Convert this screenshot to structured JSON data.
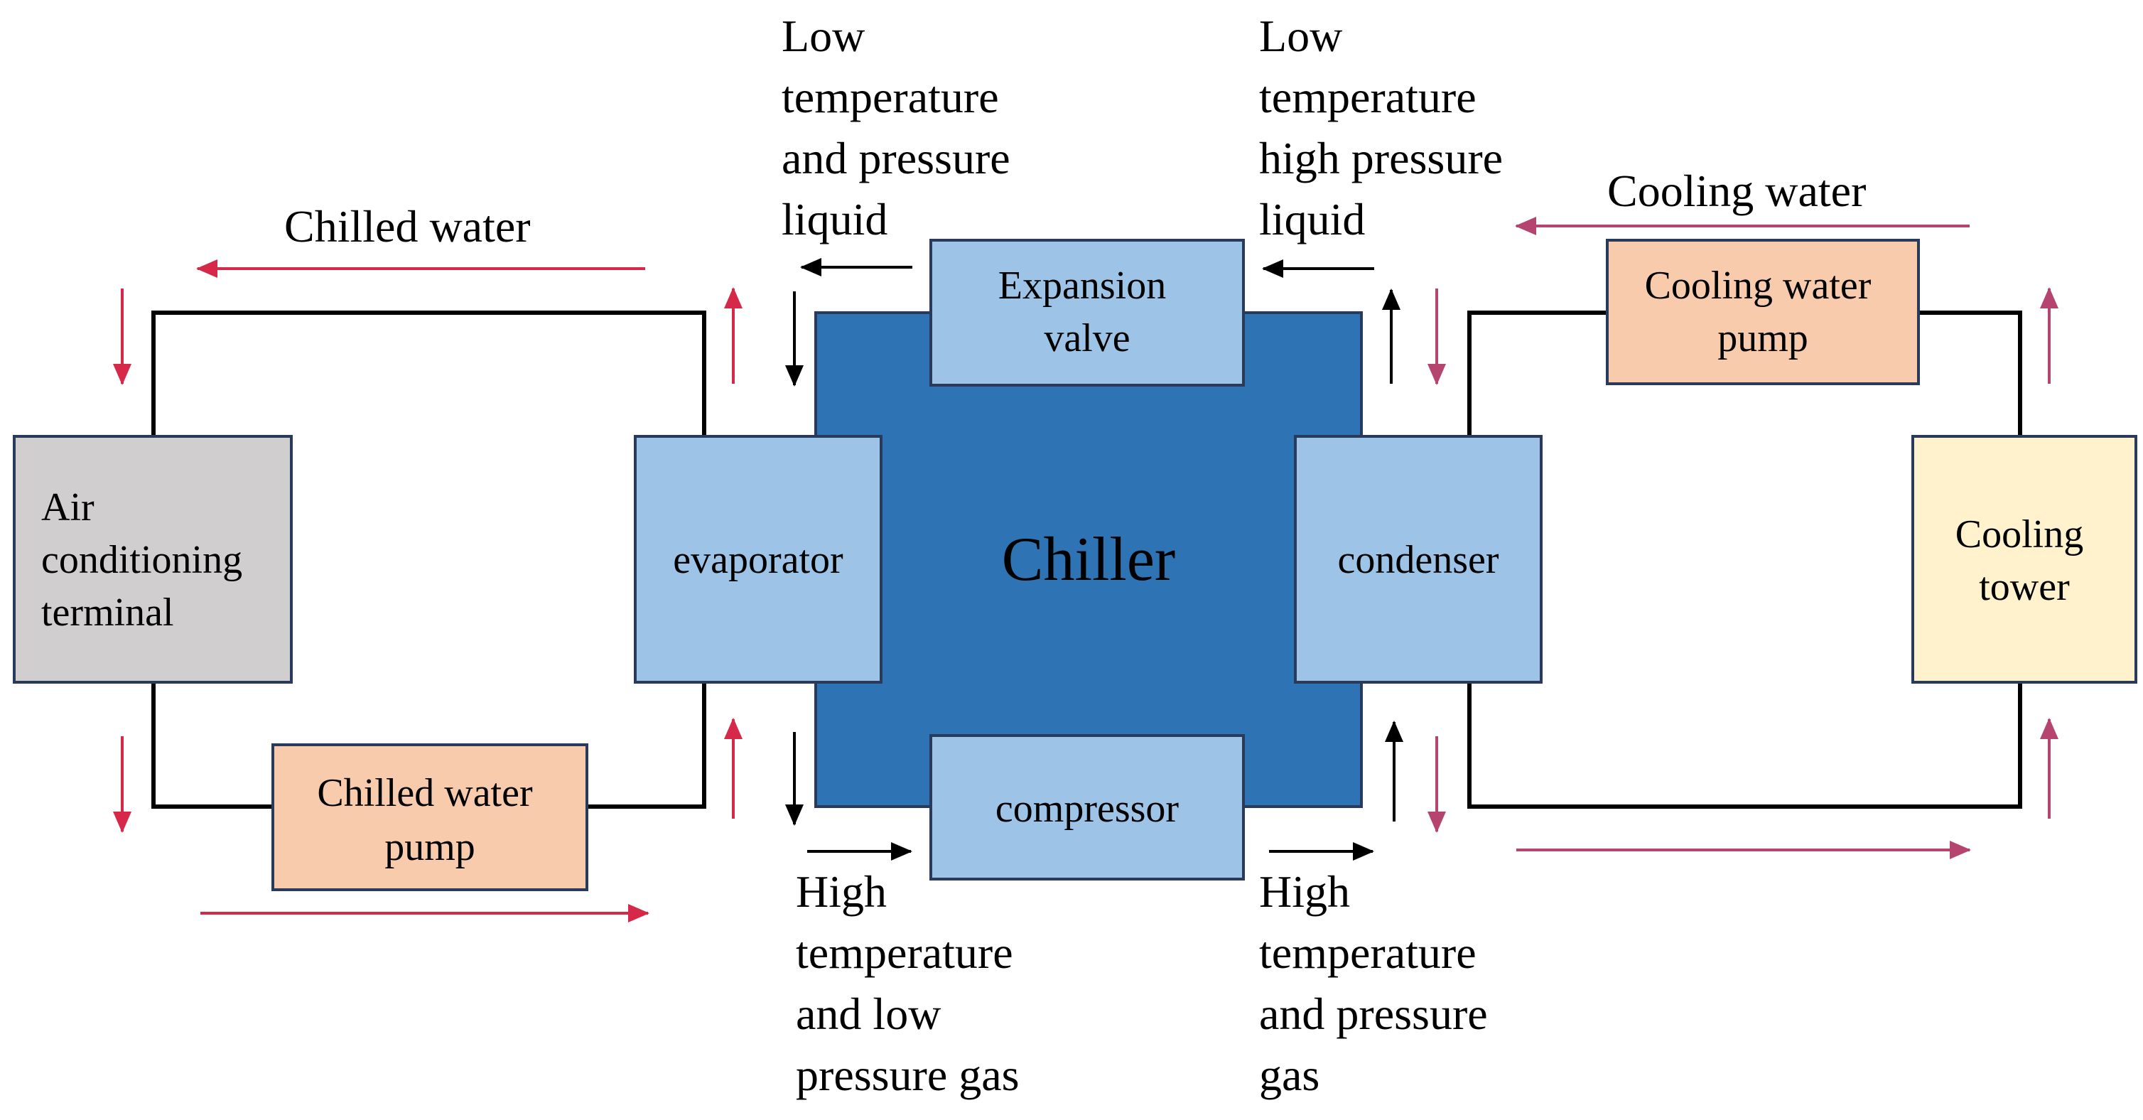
{
  "colors": {
    "chiller": "#2e74b5",
    "component": "#9dc3e6",
    "pump": "#f8cbad",
    "terminal": "#d0cece",
    "tower": "#fff2cc",
    "pipe": "#000000",
    "chilled_arrow": "#d6294a",
    "cooling_arrow": "#b5446e",
    "refrigerant_arrow": "#000000"
  },
  "chiller": {
    "label": "Chiller"
  },
  "components": {
    "evaporator": "evaporator",
    "condenser": "condenser",
    "expansion_valve": [
      "Expansion",
      "valve"
    ],
    "compressor": "compressor"
  },
  "left_loop": {
    "flow_label": "Chilled water",
    "terminal": [
      "Air",
      "conditioning",
      "terminal"
    ],
    "pump": [
      "Chilled water",
      "pump"
    ]
  },
  "right_loop": {
    "flow_label": "Cooling water",
    "pump": [
      "Cooling water",
      "pump"
    ],
    "tower": [
      "Cooling",
      "tower"
    ]
  },
  "refrigerant_states": {
    "top_left": [
      "Low",
      "temperature",
      "and pressure",
      "liquid"
    ],
    "top_right": [
      "Low",
      "temperature",
      "high pressure",
      "liquid"
    ],
    "bottom_left": [
      "High",
      "temperature",
      "and low",
      "pressure gas"
    ],
    "bottom_right": [
      "High",
      "temperature",
      "and pressure",
      "gas"
    ]
  }
}
